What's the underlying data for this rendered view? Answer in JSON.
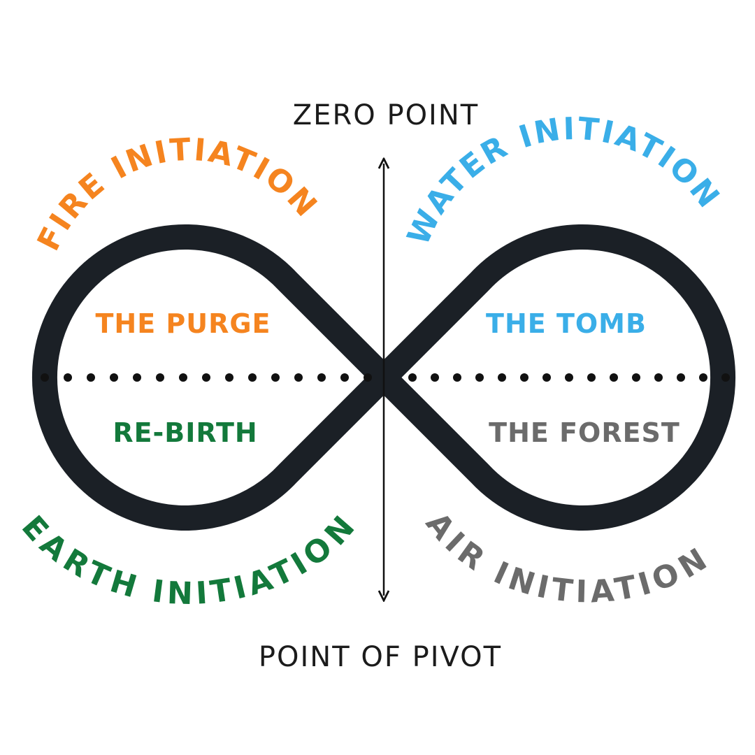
{
  "axis": {
    "top_label": "ZERO POINT",
    "bottom_label": "POINT OF PIVOT"
  },
  "quadrants": {
    "top_left": {
      "title": "FIRE INITIATION",
      "inner": "THE PURGE",
      "color": "#f5841f"
    },
    "top_right": {
      "title": "WATER INITIATION",
      "inner": "THE TOMB",
      "color": "#3aaee8"
    },
    "bottom_left": {
      "title": "EARTH INITIATION",
      "inner": "RE-BIRTH",
      "color": "#13793b"
    },
    "bottom_right": {
      "title": "AIR INITIATION",
      "inner": "THE FOREST",
      "color": "#6b6b6b"
    }
  },
  "colors": {
    "infinity_loop": "#1b2026",
    "axis_line": "#111111",
    "dots": "#111111"
  }
}
